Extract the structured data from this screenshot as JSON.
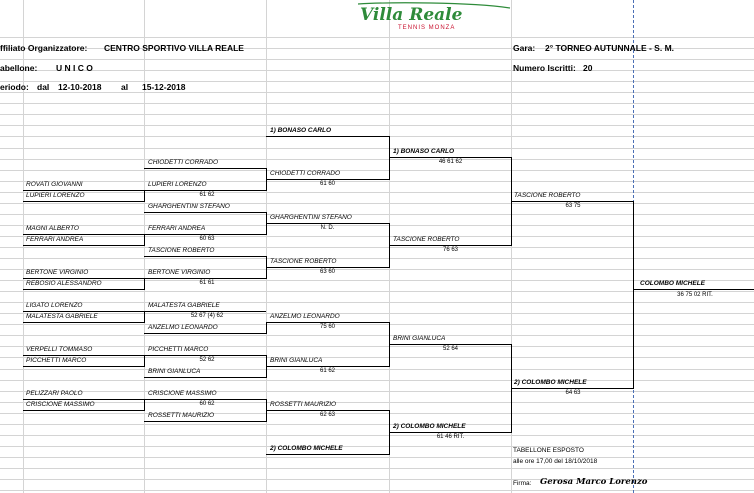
{
  "header": {
    "org_label": "ffiliato Organizzatore:",
    "org_value": "CENTRO SPORTIVO VILLA REALE",
    "gara_label": "Gara:",
    "gara_value": "2° TORNEO AUTUNNALE - S. M.",
    "tab_label": "abellone:",
    "tab_value": "U N I C O",
    "iscritti_label": "Numero Iscritti:",
    "iscritti_value": "20",
    "period_label": "eriodo:",
    "dal_label": "dal",
    "dal_value": "12-10-2018",
    "al_label": "al",
    "al_value": "15-12-2018"
  },
  "logo": {
    "title": "Villa Reale",
    "subtitle": "TENNIS MONZA",
    "color": "#2e8b3a",
    "sub_color": "#c8102e"
  },
  "round1": [
    "ROVATI GIOVANNI",
    "LUPIERI LORENZO",
    "MAGNI ALBERTO",
    "FERRARI ANDREA",
    "BERTONE VIRGINIO",
    "REBOSIO ALESSANDRO",
    "LIGATO LORENZO",
    "MALATESTA GABRIELE",
    "VERPELLI TOMMASO",
    "PICCHETTI MARCO",
    "PELIZZARI PAOLO",
    "CRISCIONE MASSIMO"
  ],
  "round2": {
    "names": [
      "CHIODETTI CORRADO",
      "LUPIERI LORENZO",
      "GHARGHENTINI STEFANO",
      "FERRARI ANDREA",
      "TASCIONE ROBERTO",
      "BERTONE VIRGINIO",
      "MALATESTA GABRIELE",
      "ANZELMO LEONARDO",
      "PICCHETTI MARCO",
      "BRINI GIANLUCA",
      "CRISCIONE MASSIMO",
      "ROSSETTI MAURIZIO"
    ],
    "scores": [
      "61  62",
      "60  63",
      "61  61",
      "52  67 (4)  62",
      "52  62",
      "60  62"
    ]
  },
  "round3": {
    "seed1": "1) BONASO CARLO",
    "names": [
      "CHIODETTI CORRADO",
      "GHARGHENTINI STEFANO",
      "TASCIONE ROBERTO",
      "ANZELMO LEONARDO",
      "BRINI GIANLUCA",
      "ROSSETTI MAURIZIO"
    ],
    "scores": [
      "61  60",
      "N.  D.",
      "63  60",
      "75  60",
      "61  62",
      "62  63"
    ],
    "seed2": "2) COLOMBO MICHELE"
  },
  "round4": {
    "names": [
      "1) BONASO CARLO",
      "TASCIONE ROBERTO",
      "BRINI GIANLUCA",
      "2) COLOMBO MICHELE"
    ],
    "scores": [
      "46  61  62",
      "76  63",
      "52  64",
      "61  46  RIT."
    ]
  },
  "round5": {
    "names": [
      "TASCIONE ROBERTO",
      "2) COLOMBO MICHELE"
    ],
    "scores": [
      "63  75",
      "64  63"
    ]
  },
  "final": {
    "name": "COLOMBO MICHELE",
    "score": "36  75  02  RIT."
  },
  "footer": {
    "exposed": "TABELLONE ESPOSTO",
    "exposed_time": "alle ore 17,00 del 18/10/2018",
    "firma_label": "Firma:",
    "firma_value": "Gerosa Marco Lorenzo"
  }
}
